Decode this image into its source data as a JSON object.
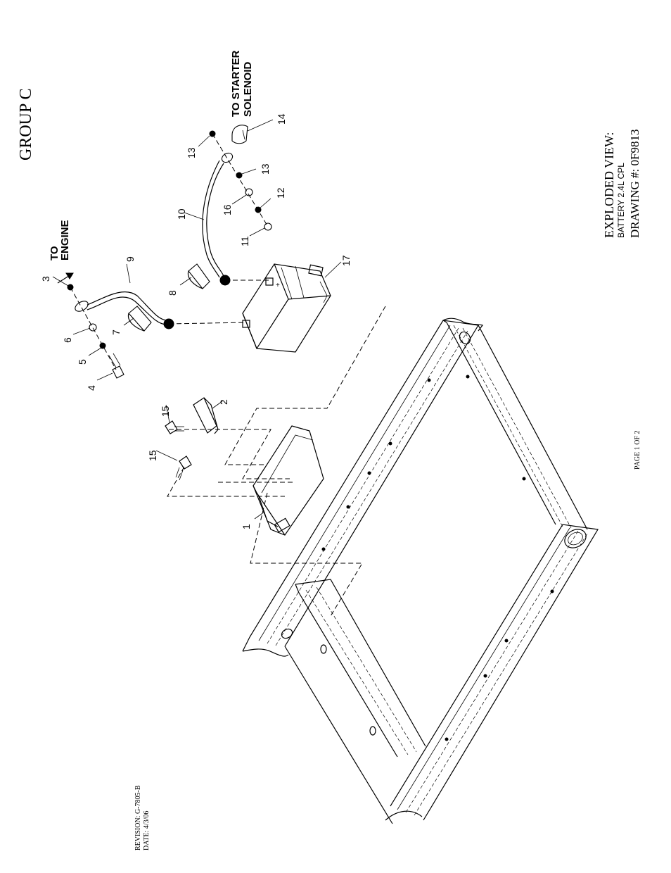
{
  "header": {
    "group": "GROUP C"
  },
  "title_block": {
    "line1": "EXPLODED VIEW:",
    "line2": "BATTERY 2.4L CPL",
    "line3": "DRAWING #: 0F9813"
  },
  "page_info": "PAGE 1 OF 2",
  "revision": {
    "revision": "REVISION: G-7805-B",
    "date": "DATE: 4/3/06"
  },
  "callouts": {
    "to_engine_1": "TO",
    "to_engine_2": "ENGINE",
    "to_starter_1": "TO STARTER",
    "to_starter_2": "SOLENOID"
  },
  "parts": [
    {
      "id": "1",
      "label": "1"
    },
    {
      "id": "2",
      "label": "2"
    },
    {
      "id": "3",
      "label": "3"
    },
    {
      "id": "4",
      "label": "4"
    },
    {
      "id": "5",
      "label": "5"
    },
    {
      "id": "6",
      "label": "6"
    },
    {
      "id": "7",
      "label": "7"
    },
    {
      "id": "8",
      "label": "8"
    },
    {
      "id": "9",
      "label": "9"
    },
    {
      "id": "10",
      "label": "10"
    },
    {
      "id": "11",
      "label": "11"
    },
    {
      "id": "12",
      "label": "12"
    },
    {
      "id": "13a",
      "label": "13"
    },
    {
      "id": "13b",
      "label": "13"
    },
    {
      "id": "14",
      "label": "14"
    },
    {
      "id": "15a",
      "label": "15"
    },
    {
      "id": "15b",
      "label": "15"
    },
    {
      "id": "16",
      "label": "16"
    },
    {
      "id": "17",
      "label": "17"
    }
  ],
  "battery_marks": {
    "plus": "+"
  }
}
